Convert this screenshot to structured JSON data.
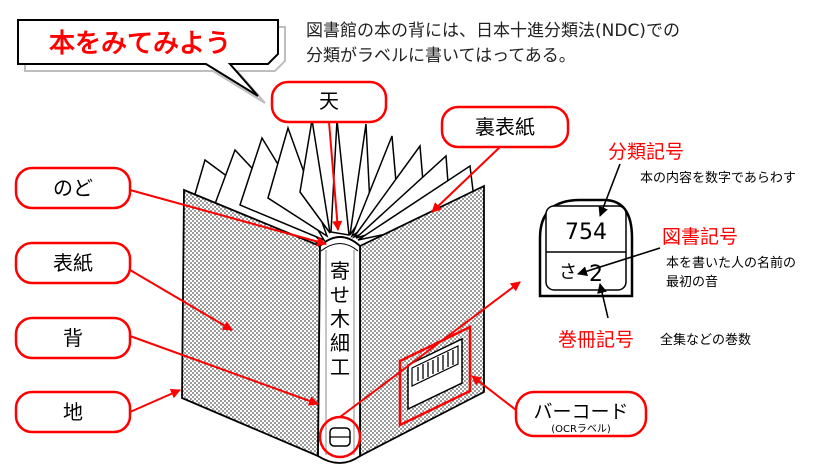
{
  "title": "本をみてみよう",
  "intro": {
    "line1": "図書館の本の背には、日本十進分類法(NDC)での",
    "line2": "分類がラベルに書いてはってある。"
  },
  "labels": {
    "ten": "天",
    "nodo": "のど",
    "hyoushi": "表紙",
    "se": "背",
    "chi": "地",
    "urabyoushi": "裏表紙",
    "barcode": "バーコード",
    "barcode_sub": "(OCRラベル)"
  },
  "spine": {
    "title_chars": [
      "寄",
      "せ",
      "木",
      "細",
      "工"
    ]
  },
  "call_label": {
    "class_number": "754",
    "author_mark": "さ",
    "volume_mark": "2"
  },
  "notes": {
    "bunrui_title": "分類記号",
    "bunrui_desc": "本の内容を数字であらわす",
    "tosho_title": "図書記号",
    "tosho_desc1": "本を書いた人の名前の",
    "tosho_desc2": "最初の音",
    "kansatsu_title": "巻冊記号",
    "kansatsu_desc": "全集などの巻数"
  },
  "colors": {
    "accent": "#ff0000",
    "outline": "#000000",
    "cover_dots": "#555555",
    "background": "#ffffff"
  }
}
